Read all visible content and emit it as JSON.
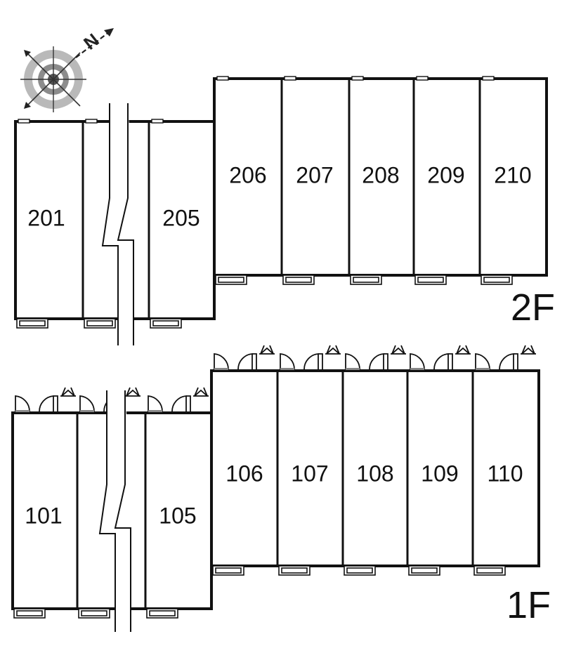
{
  "floors": [
    {
      "id": "2F",
      "label": "2F",
      "units": [
        "201",
        "205",
        "206",
        "207",
        "208",
        "209",
        "210"
      ]
    },
    {
      "id": "1F",
      "label": "1F",
      "units": [
        "101",
        "105",
        "106",
        "107",
        "108",
        "109",
        "110"
      ]
    }
  ],
  "compass": {
    "north_label": "N",
    "icon": "compass-rose-icon"
  },
  "break_symbol": "omitted-units-break-icon",
  "colors": {
    "line": "#111111",
    "compass_ring": "#9a9a9a",
    "background": "#ffffff"
  }
}
